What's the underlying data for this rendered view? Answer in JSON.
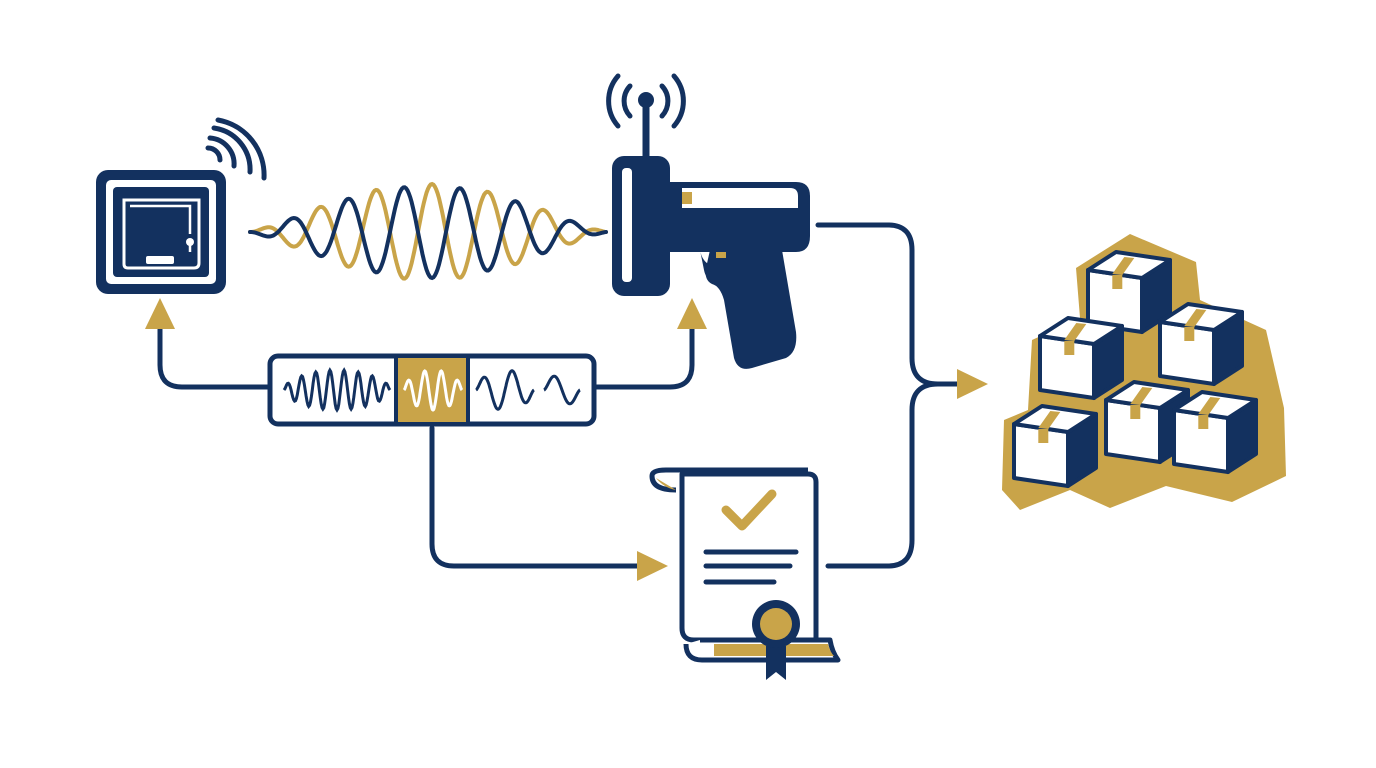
{
  "colors": {
    "navy": "#13315f",
    "gold": "#c9a449",
    "background": "#ffffff"
  },
  "nodes": {
    "rfid_tag": {
      "icon": "rfid-tag-icon"
    },
    "wave_signal": {
      "icon": "interleaved-sine-waves-icon"
    },
    "rfid_reader": {
      "icon": "handheld-rfid-scanner-icon"
    },
    "frequency_band": {
      "icon": "frequency-spectrum-bar-icon",
      "highlighted_segment": 2,
      "segment_count": 4
    },
    "certificate": {
      "icon": "compliance-certificate-icon"
    },
    "inventory": {
      "icon": "stacked-boxes-icon",
      "box_count": 6
    }
  },
  "connections": [
    {
      "from": "frequency_band",
      "to": "rfid_tag"
    },
    {
      "from": "frequency_band",
      "to": "rfid_reader"
    },
    {
      "from": "frequency_band",
      "to": "certificate"
    },
    {
      "from": "rfid_reader",
      "to": "inventory"
    },
    {
      "from": "certificate",
      "to": "inventory"
    }
  ]
}
